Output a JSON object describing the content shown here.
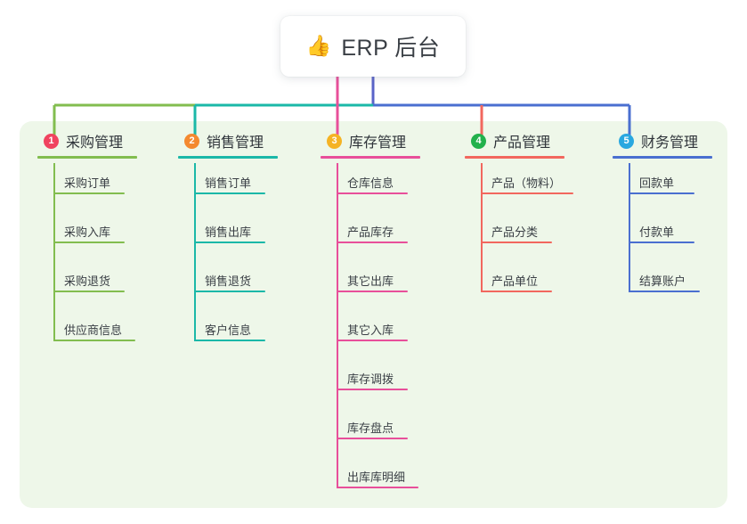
{
  "root": {
    "icon": "thumbs-up-icon",
    "icon_glyph": "👍",
    "title": "ERP 后台"
  },
  "panel": {
    "background_color": "#eef7e9"
  },
  "colors": {
    "purchase_line": "#82bd4f",
    "purchase_badge": "#f0435f",
    "sales_line": "#1bb8a8",
    "sales_badge": "#f4892f",
    "inventory_line": "#e84f9a",
    "inventory_badge": "#f5b324",
    "product_line": "#f2675e",
    "product_badge": "#22b14c",
    "finance_line": "#4a6fd0",
    "finance_badge": "#29a8e0",
    "root_stem": "#5a63c8"
  },
  "columns": [
    {
      "number": "1",
      "label": "采购管理",
      "line_color": "#82bd4f",
      "badge_color": "#f0435f",
      "head_rule_width": 112,
      "items": [
        {
          "label": "采购订单",
          "rule_width": 80
        },
        {
          "label": "采购入库",
          "rule_width": 80
        },
        {
          "label": "采购退货",
          "rule_width": 80
        },
        {
          "label": "供应商信息",
          "rule_width": 92
        }
      ]
    },
    {
      "number": "2",
      "label": "销售管理",
      "line_color": "#1bb8a8",
      "badge_color": "#f4892f",
      "head_rule_width": 112,
      "items": [
        {
          "label": "销售订单",
          "rule_width": 80
        },
        {
          "label": "销售出库",
          "rule_width": 80
        },
        {
          "label": "销售退货",
          "rule_width": 80
        },
        {
          "label": "客户信息",
          "rule_width": 80
        }
      ]
    },
    {
      "number": "3",
      "label": "库存管理",
      "line_color": "#e84f9a",
      "badge_color": "#f5b324",
      "head_rule_width": 112,
      "items": [
        {
          "label": "仓库信息",
          "rule_width": 80
        },
        {
          "label": "产品库存",
          "rule_width": 80
        },
        {
          "label": "其它出库",
          "rule_width": 80
        },
        {
          "label": "其它入库",
          "rule_width": 80
        },
        {
          "label": "库存调拨",
          "rule_width": 80
        },
        {
          "label": "库存盘点",
          "rule_width": 80
        },
        {
          "label": "出库库明细",
          "rule_width": 92
        }
      ]
    },
    {
      "number": "4",
      "label": "产品管理",
      "line_color": "#f2675e",
      "badge_color": "#22b14c",
      "head_rule_width": 112,
      "items": [
        {
          "label": "产品（物料）",
          "rule_width": 104
        },
        {
          "label": "产品分类",
          "rule_width": 80
        },
        {
          "label": "产品单位",
          "rule_width": 80
        }
      ]
    },
    {
      "number": "5",
      "label": "财务管理",
      "line_color": "#4a6fd0",
      "badge_color": "#29a8e0",
      "head_rule_width": 112,
      "items": [
        {
          "label": "回款单",
          "rule_width": 74
        },
        {
          "label": "付款单",
          "rule_width": 74
        },
        {
          "label": "结算账户",
          "rule_width": 80
        }
      ]
    }
  ]
}
